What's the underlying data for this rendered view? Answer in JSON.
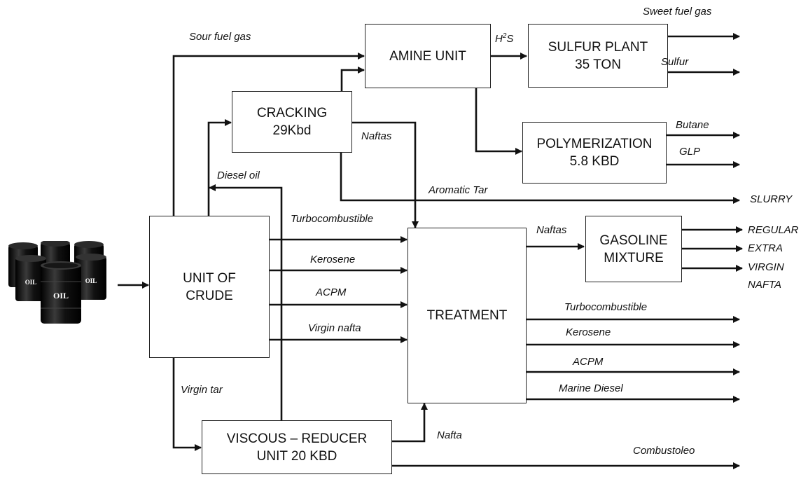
{
  "units": {
    "amine": {
      "line1": "AMINE UNIT"
    },
    "sulfur": {
      "line1": "SULFUR PLANT",
      "line2": "35 TON"
    },
    "cracking": {
      "line1": "CRACKING",
      "line2": "29Kbd"
    },
    "polymerization": {
      "line1": "POLYMERIZATION",
      "line2": "5.8 KBD"
    },
    "crude": {
      "line1": "UNIT OF",
      "line2": "CRUDE"
    },
    "treatment": {
      "line1": "TREATMENT"
    },
    "gasoline": {
      "line1": "GASOLINE",
      "line2": "MIXTURE"
    },
    "viscous": {
      "line1": "VISCOUS – REDUCER",
      "line2": "UNIT 20 KBD"
    }
  },
  "flows": {
    "sour_fuel_gas": "Sour fuel gas",
    "h2s_base": "H",
    "h2s_sup": "2",
    "h2s_tail": "S",
    "naftas_cracking": "Naftas",
    "diesel_oil": "Diesel oil",
    "aromatic_tar": "Aromatic Tar",
    "turbo_in": "Turbocombustible",
    "kerosene_in": "Kerosene",
    "acpm_in": "ACPM",
    "virgin_nafta_in": "Virgin nafta",
    "virgin_tar": "Virgin tar",
    "nafta_viscous": "Nafta",
    "naftas_treatment": "Naftas"
  },
  "outputs": {
    "sweet_fuel_gas": "Sweet fuel gas",
    "sulfur": "Sulfur",
    "butane": "Butane",
    "glp": "GLP",
    "slurry": "SLURRY",
    "regular": "REGULAR",
    "extra": "EXTRA",
    "virgin": "VIRGIN",
    "nafta": "NAFTA",
    "turbo_out": "Turbocombustible",
    "kerosene_out": "Kerosene",
    "acpm_out": "ACPM",
    "marine_diesel": "Marine Diesel",
    "combustoleo": "Combustoleo"
  },
  "barrel_label": "OIL",
  "colors": {
    "line": "#111111",
    "box_border": "#222222",
    "barrel": "#0d0d0d",
    "barrel_label": "#ffffff"
  }
}
